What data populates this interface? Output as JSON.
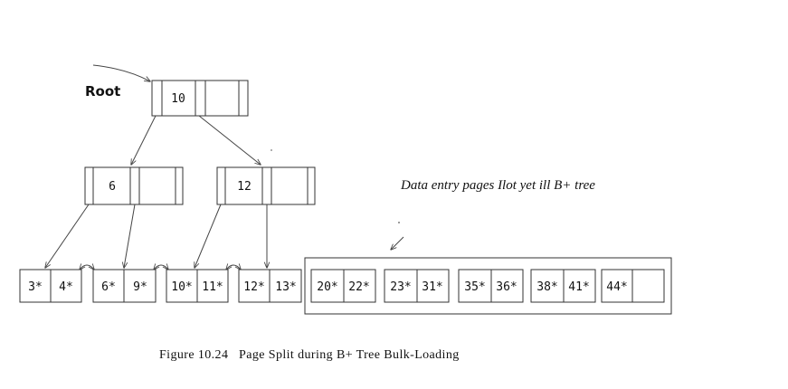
{
  "root_label": "Root",
  "note": "Data entry pages Ilot yet ill B+ tree",
  "caption": "Figure 10.24   Page Split during B+ Tree Bulk-Loading",
  "index_nodes": {
    "root": [
      "10",
      ""
    ],
    "left": [
      "6",
      ""
    ],
    "right": [
      "12",
      ""
    ]
  },
  "leaves_in_tree": [
    [
      "3*",
      "4*"
    ],
    [
      "6*",
      "9*"
    ],
    [
      "10*",
      "11*"
    ],
    [
      "12*",
      "13*"
    ]
  ],
  "pages_not_in_tree": [
    [
      "20*",
      "22*"
    ],
    [
      "23*",
      "31*"
    ],
    [
      "35*",
      "36*"
    ],
    [
      "38*",
      "41*"
    ],
    [
      "44*",
      ""
    ]
  ]
}
